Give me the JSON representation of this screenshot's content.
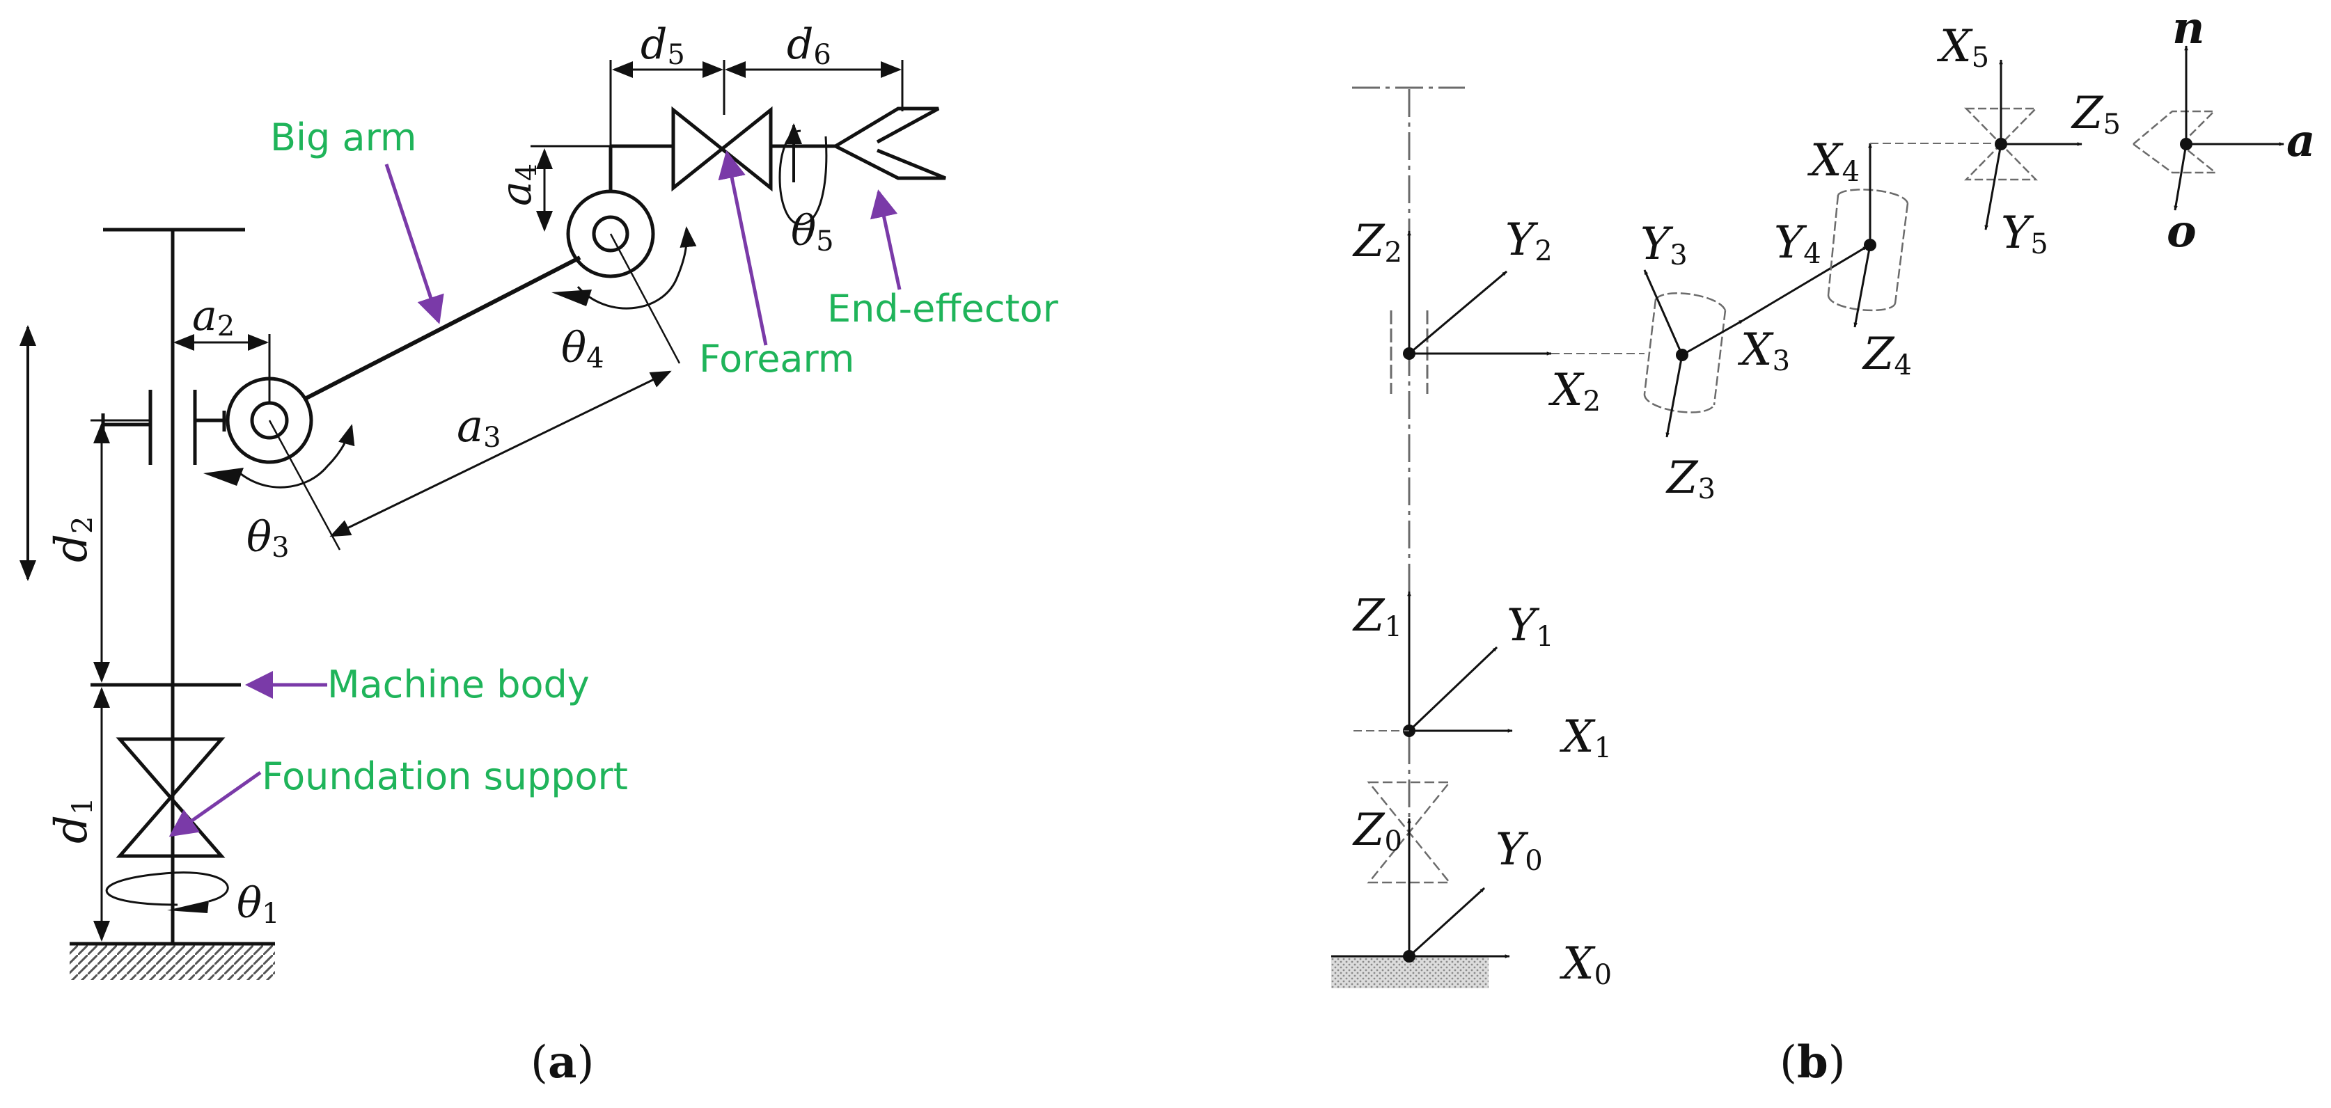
{
  "colors": {
    "label_green": "#1fb45a",
    "arrow_purple": "#7a3aa8",
    "ink": "#111111",
    "dashed": "#6b6b6b"
  },
  "panel_a": {
    "caption": {
      "open": "(",
      "letter": "a",
      "close": ")"
    },
    "labels": {
      "big_arm": "Big arm",
      "forearm": "Forearm",
      "end_effector": "End-effector",
      "machine_body": "Machine body",
      "foundation_support": "Foundation support"
    },
    "symbols": {
      "d1": {
        "base": "d",
        "sub": "1"
      },
      "d2": {
        "base": "d",
        "sub": "2"
      },
      "d5": {
        "base": "d",
        "sub": "5"
      },
      "d6": {
        "base": "d",
        "sub": "6"
      },
      "a2": {
        "base": "a",
        "sub": "2"
      },
      "a3": {
        "base": "a",
        "sub": "3"
      },
      "a4": {
        "base": "a",
        "sub": "4"
      },
      "t1": {
        "base": "θ",
        "sub": "1"
      },
      "t3": {
        "base": "θ",
        "sub": "3"
      },
      "t4": {
        "base": "θ",
        "sub": "4"
      },
      "t5": {
        "base": "θ",
        "sub": "5"
      }
    }
  },
  "panel_b": {
    "caption": {
      "open": "(",
      "letter": "b",
      "close": ")"
    },
    "frames": {
      "Z0": {
        "base": "Z",
        "sub": "0"
      },
      "Y0": {
        "base": "Y",
        "sub": "0"
      },
      "X0": {
        "base": "X",
        "sub": "0"
      },
      "Z1": {
        "base": "Z",
        "sub": "1"
      },
      "Y1": {
        "base": "Y",
        "sub": "1"
      },
      "X1": {
        "base": "X",
        "sub": "1"
      },
      "Z2": {
        "base": "Z",
        "sub": "2"
      },
      "Y2": {
        "base": "Y",
        "sub": "2"
      },
      "X2": {
        "base": "X",
        "sub": "2"
      },
      "Y3": {
        "base": "Y",
        "sub": "3"
      },
      "X3": {
        "base": "X",
        "sub": "3"
      },
      "Z3": {
        "base": "Z",
        "sub": "3"
      },
      "Y4": {
        "base": "Y",
        "sub": "4"
      },
      "X4": {
        "base": "X",
        "sub": "4"
      },
      "Z4": {
        "base": "Z",
        "sub": "4"
      },
      "X5": {
        "base": "X",
        "sub": "5"
      },
      "Y5": {
        "base": "Y",
        "sub": "5"
      },
      "Z5": {
        "base": "Z",
        "sub": "5"
      },
      "n": {
        "base": "n",
        "sub": ""
      },
      "o": {
        "base": "o",
        "sub": ""
      },
      "a": {
        "base": "a",
        "sub": ""
      }
    }
  }
}
